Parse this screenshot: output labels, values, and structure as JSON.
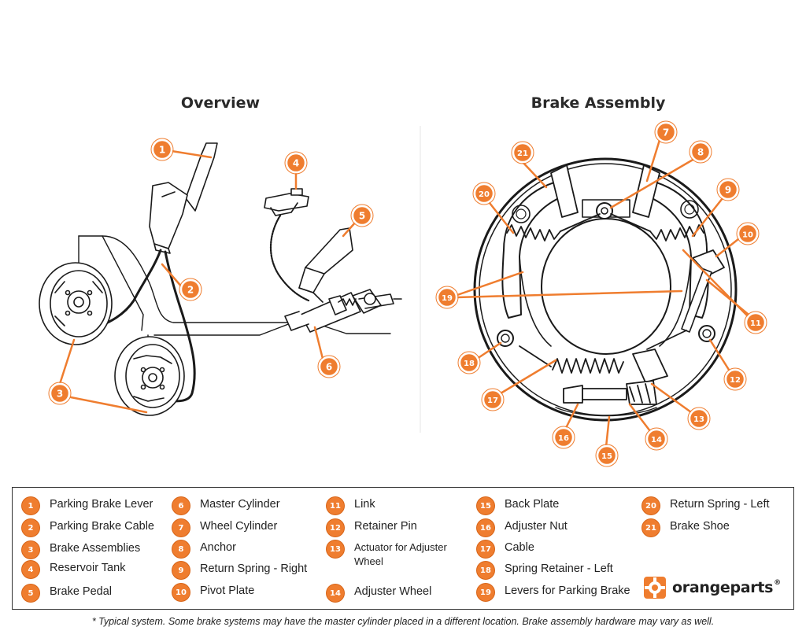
{
  "titles": {
    "overview": "Overview",
    "assembly": "Brake Assembly"
  },
  "colors": {
    "accent": "#ef7d2f",
    "line": "#1a1a1a"
  },
  "callouts": {
    "c1": "1",
    "c2": "2",
    "c3": "3",
    "c4": "4",
    "c5": "5",
    "c6": "6",
    "c7": "7",
    "c8": "8",
    "c9": "9",
    "c10": "10",
    "c11": "11",
    "c12": "12",
    "c13": "13",
    "c14": "14",
    "c15": "15",
    "c16": "16",
    "c17": "17",
    "c18": "18",
    "c19": "19",
    "c20": "20",
    "c21": "21"
  },
  "legend": [
    {
      "num": "1",
      "label": "Parking Brake Lever"
    },
    {
      "num": "2",
      "label": "Parking Brake Cable"
    },
    {
      "num": "3",
      "label": "Brake Assemblies"
    },
    {
      "num": "4",
      "label": "Reservoir Tank"
    },
    {
      "num": "5",
      "label": "Brake Pedal"
    },
    {
      "num": "6",
      "label": "Master Cylinder"
    },
    {
      "num": "7",
      "label": "Wheel Cylinder"
    },
    {
      "num": "8",
      "label": "Anchor"
    },
    {
      "num": "9",
      "label": "Return Spring - Right"
    },
    {
      "num": "10",
      "label": "Pivot Plate"
    },
    {
      "num": "11",
      "label": "Link"
    },
    {
      "num": "12",
      "label": "Retainer Pin"
    },
    {
      "num": "13",
      "label": "Actuator for Adjuster Wheel"
    },
    {
      "num": "14",
      "label": "Adjuster Wheel"
    },
    {
      "num": "15",
      "label": "Back Plate"
    },
    {
      "num": "16",
      "label": "Adjuster Nut"
    },
    {
      "num": "17",
      "label": "Cable"
    },
    {
      "num": "18",
      "label": "Spring Retainer - Left"
    },
    {
      "num": "19",
      "label": "Levers for Parking Brake"
    },
    {
      "num": "20",
      "label": "Return Spring - Left"
    },
    {
      "num": "21",
      "label": "Brake Shoe"
    }
  ],
  "logo": {
    "text": "orangeparts",
    "mark": "®",
    "icon": "gear-icon"
  },
  "footnote": "* Typical system. Some brake systems may have the master cylinder placed in a different location. Brake assembly hardware may vary as well."
}
